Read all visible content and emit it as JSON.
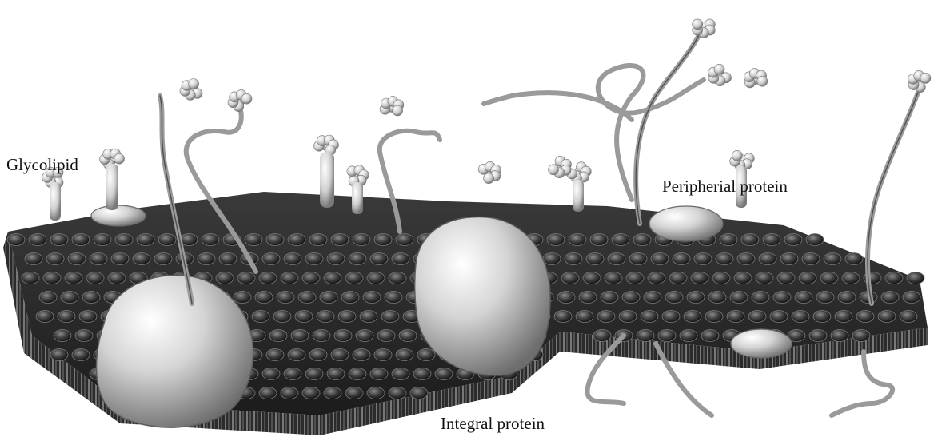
{
  "diagram": {
    "labels": {
      "glycolipid": "Glycolipid",
      "peripheral_protein": "Peripherial protein",
      "integral_protein": "Integral protein"
    },
    "colors": {
      "background": "#ffffff",
      "membrane_dark": "#2a2a2a",
      "lipid_head": "#4a4a4a",
      "protein_light": "#d8d8d8",
      "sugar_chain": "#bdbdbd"
    }
  }
}
